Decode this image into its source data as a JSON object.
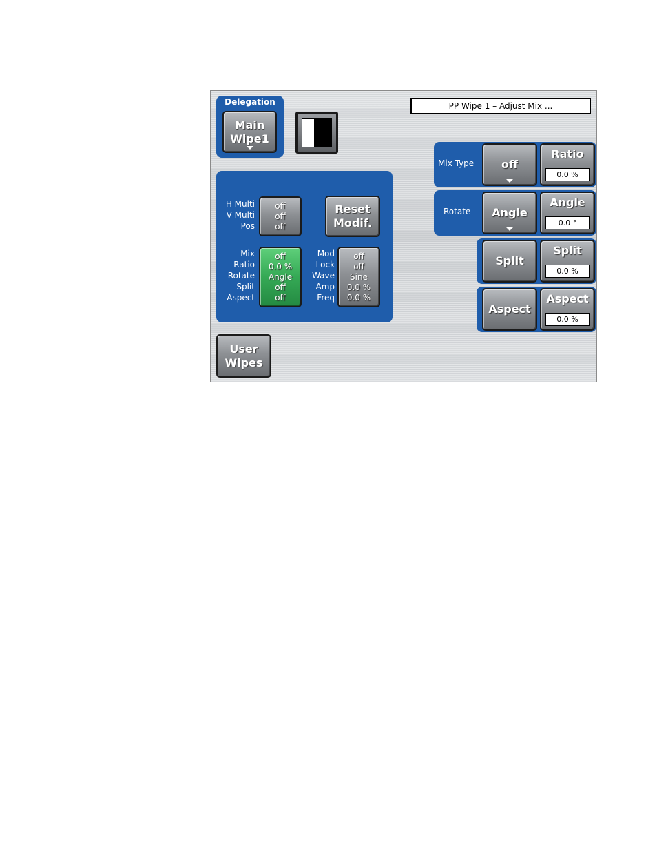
{
  "title": "PP Wipe 1 – Adjust Mix ...",
  "delegation": {
    "label": "Delegation",
    "button_line1": "Main",
    "button_line2": "Wipe1"
  },
  "pattern_icon": "half-black-half-white-pattern-icon",
  "left_panel": {
    "group1_labels": [
      "H Multi",
      "V Multi",
      "Pos"
    ],
    "group1_values": [
      "off",
      "off",
      "off"
    ],
    "reset_line1": "Reset",
    "reset_line2": "Modif.",
    "group2_labels": [
      "Mix",
      "Ratio",
      "Rotate",
      "Split",
      "Aspect"
    ],
    "group2_values": [
      "off",
      "0.0 %",
      "Angle",
      "off",
      "off"
    ],
    "group3_labels": [
      "Mod",
      "Lock",
      "Wave",
      "Amp",
      "Freq"
    ],
    "group3_values": [
      "off",
      "off",
      "Sine",
      "0.0 %",
      "0.0 %"
    ]
  },
  "user_wipes": {
    "line1": "User",
    "line2": "Wipes"
  },
  "right_panel": {
    "mix_type": {
      "label": "Mix Type",
      "value": "off",
      "param_label": "Ratio",
      "param_value": "0.0 %"
    },
    "rotate": {
      "label": "Rotate",
      "value": "Angle",
      "param_label": "Angle",
      "param_value": "0.0 °"
    },
    "split": {
      "value": "Split",
      "param_label": "Split",
      "param_value": "0.0 %"
    },
    "aspect": {
      "value": "Aspect",
      "param_label": "Aspect",
      "param_value": "0.0 %"
    }
  },
  "colors": {
    "panel_blue": "#1f5dab",
    "active_green": "#35a955"
  }
}
